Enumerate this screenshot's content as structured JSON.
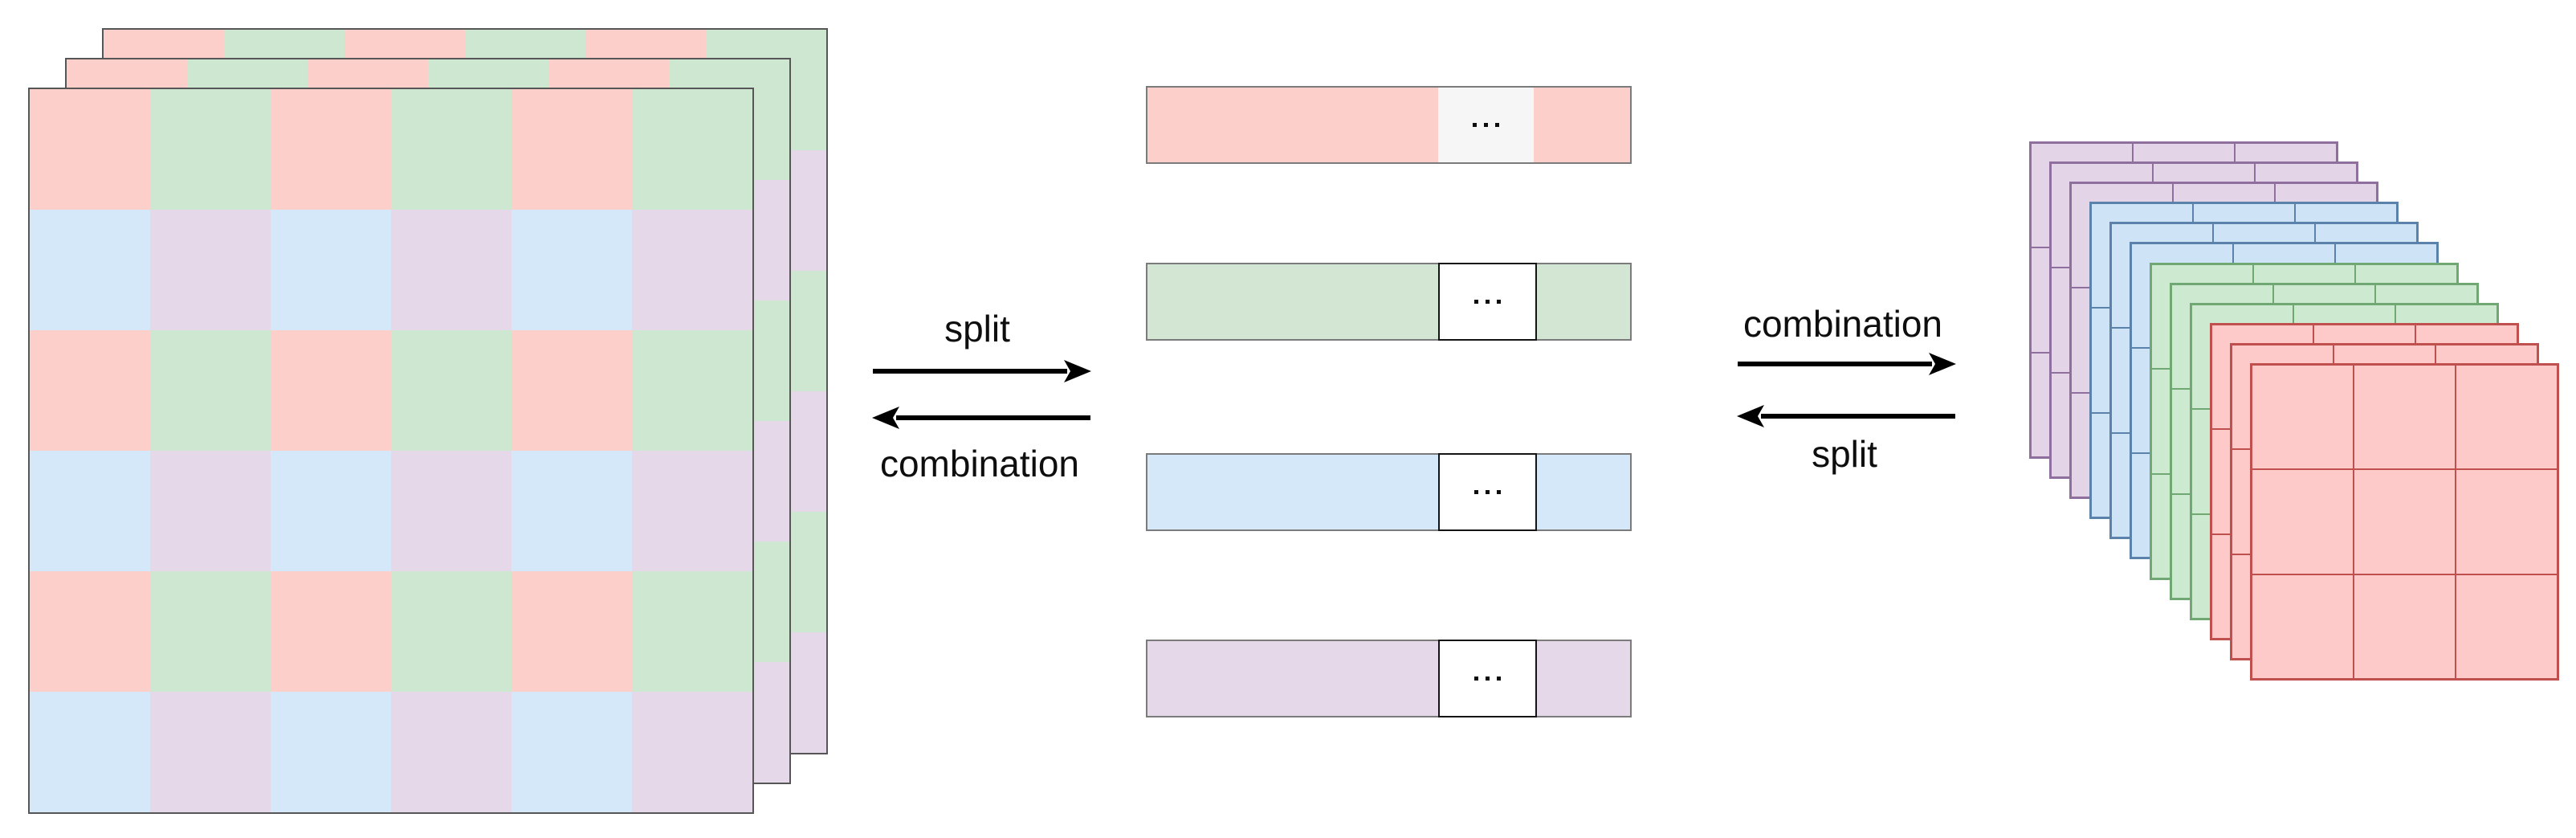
{
  "title": "mosaic split / combination diagram",
  "background": "#ffffff",
  "left_stack": {
    "layer_count": 3,
    "rows": 6,
    "cols": 6,
    "pattern": [
      [
        "pink",
        "green"
      ],
      [
        "blue",
        "purple"
      ]
    ],
    "colors": {
      "pink": "#fccfca",
      "green": "#cee7d0",
      "blue": "#d5e8fa",
      "purple": "#e5d8e9"
    },
    "border_color": "#565656"
  },
  "bars": {
    "border_color": "#7b7b7b",
    "items": [
      {
        "name": "pink",
        "fill": "#fccfcb",
        "gap_fill": "#f6f6f6",
        "gap_border": false,
        "ellipsis": "..."
      },
      {
        "name": "green",
        "fill": "#d3e6d4",
        "gap_fill": "#ffffff",
        "gap_border": true,
        "ellipsis": "..."
      },
      {
        "name": "blue",
        "fill": "#d4e8fa",
        "gap_fill": "#ffffff",
        "gap_border": true,
        "ellipsis": "..."
      },
      {
        "name": "purple",
        "fill": "#e5d9e9",
        "gap_fill": "#ffffff",
        "gap_border": true,
        "ellipsis": "..."
      }
    ]
  },
  "arrows": {
    "color": "#000000",
    "left_pair": {
      "top_label": "split",
      "top_direction": "right",
      "bottom_label": "combination",
      "bottom_direction": "left"
    },
    "right_pair": {
      "top_label": "combination",
      "top_direction": "right",
      "bottom_label": "split",
      "bottom_direction": "left"
    }
  },
  "right_stack": {
    "layer_count": 12,
    "rows": 3,
    "cols": 3,
    "order_back_to_front": [
      "purple",
      "purple",
      "purple",
      "blue",
      "blue",
      "blue",
      "green",
      "green",
      "green",
      "red",
      "red",
      "red"
    ],
    "styles": {
      "purple": {
        "fill": "#e3d4e8",
        "border": "#8e6f9e"
      },
      "blue": {
        "fill": "#cfe3f7",
        "border": "#5b82ab"
      },
      "green": {
        "fill": "#cde9cf",
        "border": "#6fa873"
      },
      "red": {
        "fill": "#fdc9c9",
        "border": "#c0504d"
      }
    }
  }
}
